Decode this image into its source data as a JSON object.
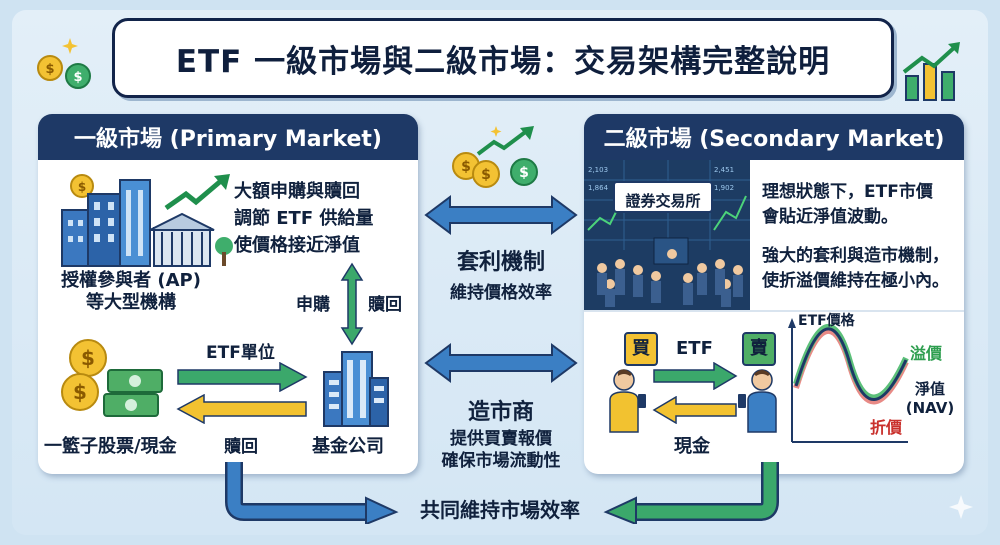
{
  "title": "ETF 一級市場與二級市場：交易架構完整說明",
  "primary": {
    "header": "一級市場 (Primary Market)",
    "ap_label": [
      "授權參與者 (AP)",
      "等大型機構"
    ],
    "ap_desc": [
      "大額申購與贖回",
      "調節 ETF 供給量",
      "使價格接近淨值"
    ],
    "subscribe": "申購",
    "redeem": "贖回",
    "etf_units": "ETF單位",
    "redeem_bottom": "贖回",
    "basket": "一籃子股票/現金",
    "fund_company": "基金公司"
  },
  "secondary": {
    "header": "二級市場 (Secondary Market)",
    "exchange_sign": "證券交易所",
    "desc1": [
      "理想狀態下，ETF市價",
      "會貼近淨值波動。"
    ],
    "desc2": [
      "強大的套利與造市機制，",
      "使折溢價維持在極小內。"
    ],
    "buy": "買",
    "sell": "賣",
    "etf": "ETF",
    "cash": "現金",
    "chart_ylabel": "ETF價格",
    "premium": "溢價",
    "nav": [
      "淨值",
      "(NAV)"
    ],
    "discount": "折價"
  },
  "middle": {
    "arbitrage_title": "套利機制",
    "arbitrage_sub": "維持價格效率",
    "mm_title": "造市商",
    "mm_sub": [
      "提供買賣報價",
      "確保市場流動性"
    ]
  },
  "bottom": "共同維持市場效率",
  "colors": {
    "navy": "#1e3966",
    "green_arrow": "#3ba86b",
    "yellow_arrow": "#f2c230",
    "blue_arrow": "#3b7fc4",
    "premium_green": "#2e9e4f",
    "discount_red": "#c9302c"
  }
}
